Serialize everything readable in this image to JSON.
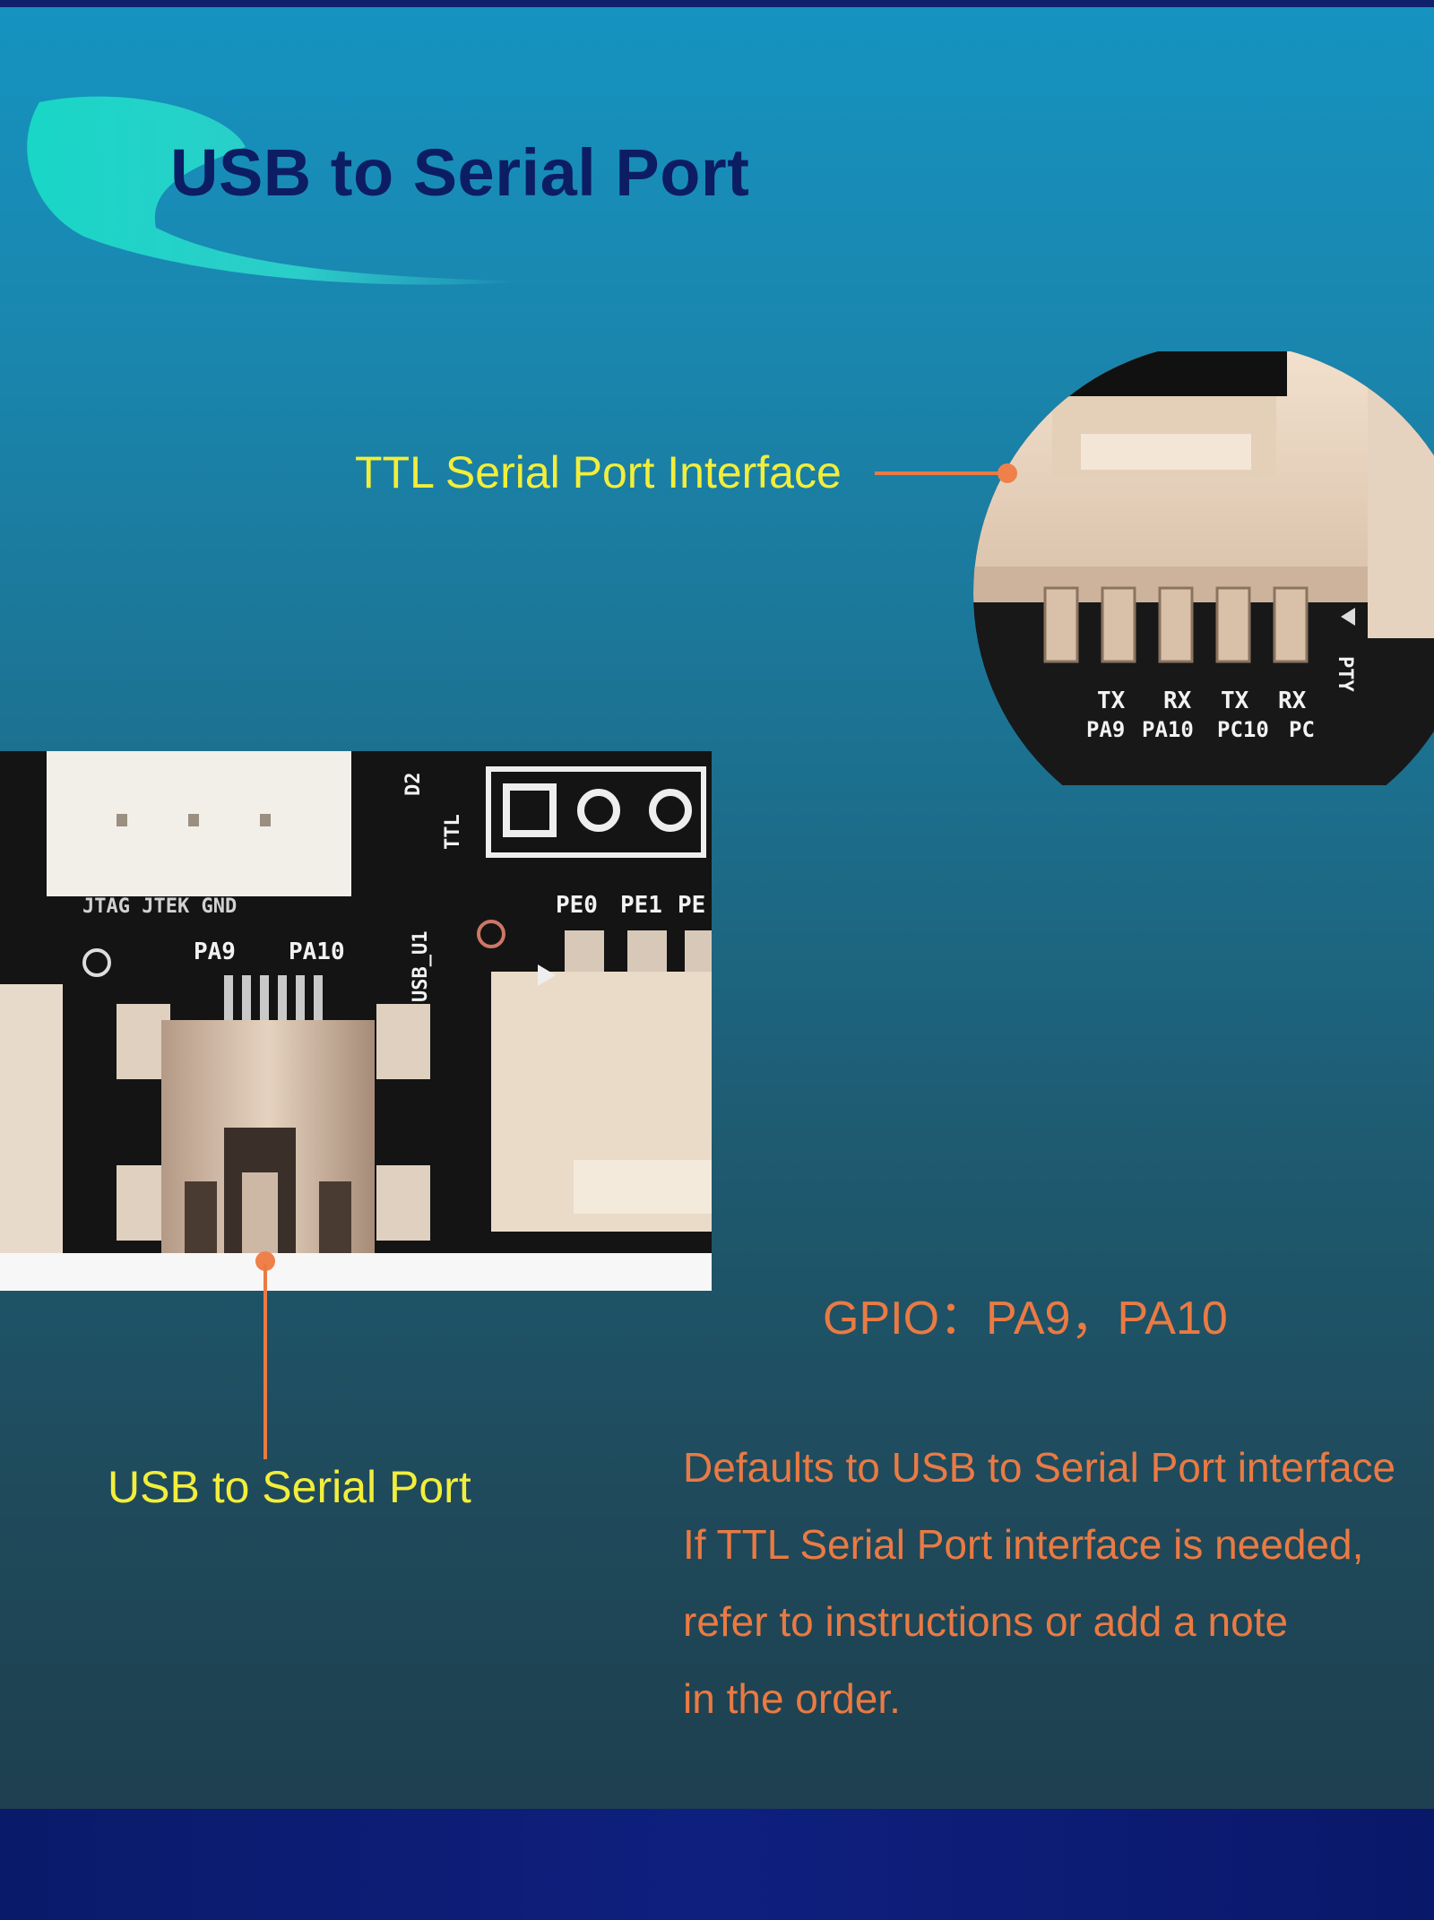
{
  "title": "USB to Serial Port",
  "labels": {
    "ttl_interface": "TTL Serial Port Interface",
    "usb_serial": "USB to Serial Port",
    "gpio": "GPIO：PA9，PA10"
  },
  "note_lines": [
    "Defaults to USB to Serial Port interface",
    "If TTL Serial Port interface is needed,",
    "refer to instructions or add a note",
    "in the order."
  ],
  "zoom_silkscreen": {
    "row1": [
      "TX",
      "RX",
      "TX",
      "RX"
    ],
    "row2": [
      "PA9",
      "PA10",
      "PC10",
      "PC"
    ],
    "side": "PTY"
  },
  "board_silkscreen": {
    "ttl": "TTL",
    "jtag": "JTAG JTEK GND",
    "pa9": "PA9",
    "pa10": "PA10",
    "usb_u1": "USB_U1",
    "pins": [
      "PE0",
      "PE1",
      "PE"
    ],
    "d2": "D2"
  },
  "colors": {
    "title": "#0c1d63",
    "yellow_label": "#f3ee3b",
    "orange_label": "#ea7a43",
    "bottom_bar": "#0f1f7e"
  }
}
